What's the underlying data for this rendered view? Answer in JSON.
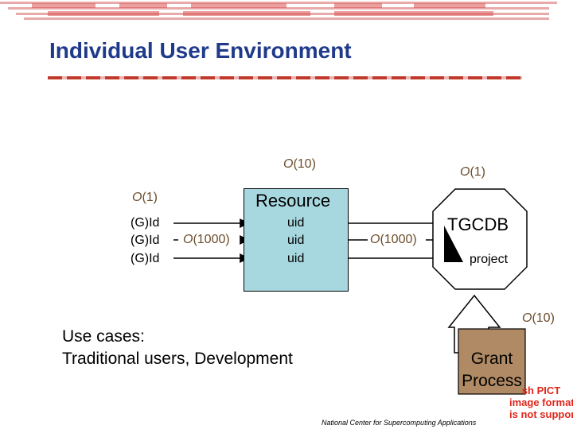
{
  "title": "Individual User Environment",
  "orders": {
    "top_center": "O(10)",
    "top_right": "O(1)",
    "left": "O(1)",
    "mid_left": "O(1000)",
    "mid_right": "O(1000)",
    "grant": "O(10)"
  },
  "gids": [
    "(G)Id",
    "(G)Id",
    "(G)Id"
  ],
  "resource": {
    "title": "Resource",
    "uids": [
      "uid",
      "uid",
      "uid"
    ]
  },
  "tgcdb": {
    "title": "TGCDB",
    "project": "project"
  },
  "use_cases": {
    "line1": "Use cases:",
    "line2": "Traditional users, Development"
  },
  "grant_process": {
    "line1": "Grant",
    "line2": "Process"
  },
  "footer": "National Center for Supercomputing Applications",
  "pict_notice": {
    "line1": "sh PICT",
    "line2": "image format",
    "line3": "is not supported"
  }
}
